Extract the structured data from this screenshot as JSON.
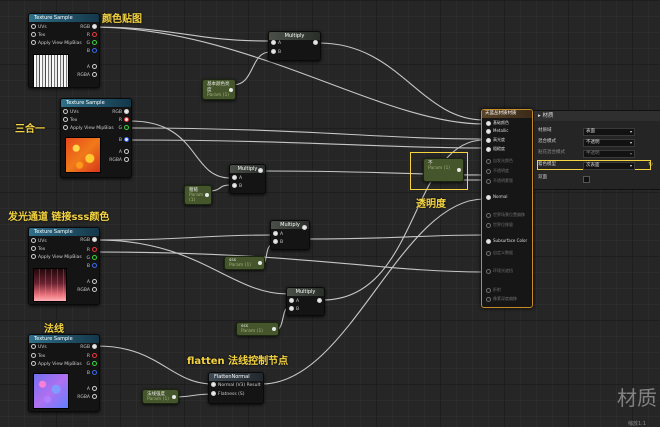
{
  "nodes": {
    "tex1": {
      "title": "Texture Sample",
      "pins": [
        "UVs",
        "Tex",
        "Apply View MipBias"
      ],
      "outs": [
        "RGB",
        "R",
        "G",
        "B",
        "A",
        "RGBA"
      ]
    },
    "tex2": {
      "title": "Texture Sample",
      "pins": [
        "UVs",
        "Tex",
        "Apply View MipBias"
      ],
      "outs": [
        "RGB",
        "R",
        "G",
        "B",
        "A",
        "RGBA"
      ]
    },
    "tex3": {
      "title": "Texture Sample",
      "pins": [
        "UVs",
        "Tex",
        "Apply View MipBias"
      ],
      "outs": [
        "RGB",
        "R",
        "G",
        "B",
        "A",
        "RGBA"
      ]
    },
    "tex4": {
      "title": "Texture Sample",
      "pins": [
        "UVs",
        "Tex",
        "Apply View MipBias"
      ],
      "outs": [
        "RGB",
        "R",
        "G",
        "B",
        "A",
        "RGBA"
      ]
    },
    "multiply_label": "Multiply",
    "pin_a": "A",
    "pin_b": "B",
    "flatten": {
      "title": "FlattenNormal",
      "pin1": "Normal (V3) Result",
      "pin2": "Flatness (S)"
    }
  },
  "constants": [
    {
      "name": "基本颜色亮度",
      "sub": "Param (1)"
    },
    {
      "name": "粗糙",
      "sub": "Param (1)"
    },
    {
      "name": "sss",
      "sub": "Param (1)"
    },
    {
      "name": "sss",
      "sub": "Param (1)"
    },
    {
      "name": "法线强度",
      "sub": "Param (1)"
    }
  ],
  "opacity_node": {
    "name": "不",
    "sub": "Param (1)"
  },
  "result": {
    "title": "天蓝丛材质材质",
    "pins": [
      "基础颜色",
      "Metallic",
      "高光度",
      "粗糙度",
      "自发光颜色",
      "不透明度",
      "不透明蒙版",
      "Normal",
      "世界场景位置偏移",
      "世界位移量",
      "Subsurface Color",
      "自定义数据",
      "环境光遮挡",
      "折射",
      "像素深度偏移"
    ],
    "dim": [
      false,
      false,
      false,
      false,
      true,
      true,
      true,
      false,
      true,
      true,
      false,
      true,
      true,
      true,
      true
    ]
  },
  "details": {
    "title": "材质",
    "rows": [
      {
        "label": "材质域",
        "value": "表面"
      },
      {
        "label": "混合模式",
        "value": "不透明"
      },
      {
        "label": "贴花混合模式",
        "value": "半透明"
      },
      {
        "label": "着色模型",
        "value": "次表面"
      },
      {
        "label": "双面",
        "value": ""
      }
    ]
  },
  "annotations": {
    "color_map": "颜色贴图",
    "three_in_one": "三合一",
    "emissive": "发光通道 链接sss颜色",
    "opacity": "透明度",
    "normal": "法线",
    "flatten": "flatten 法线控制节点"
  },
  "watermark": "材质",
  "zoom": "缩放1:1"
}
